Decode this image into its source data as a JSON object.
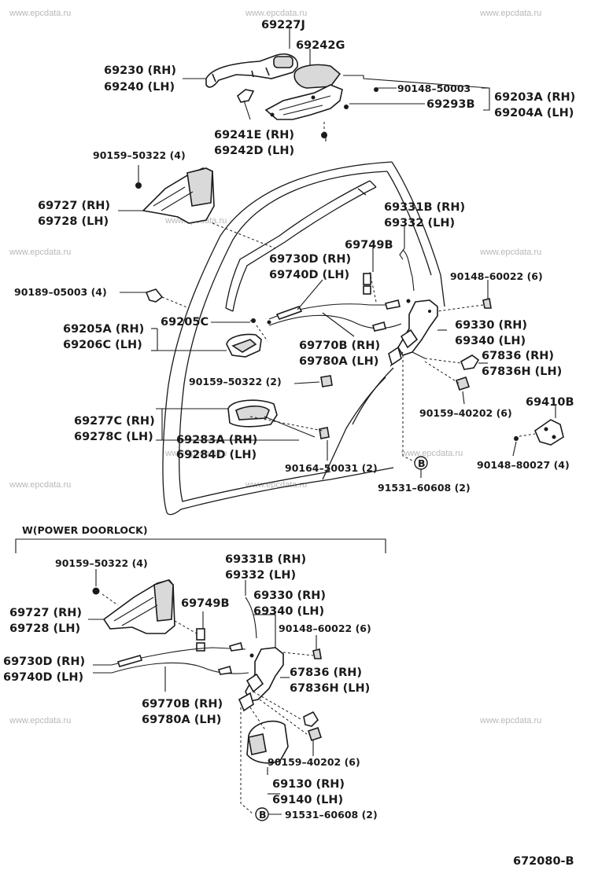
{
  "watermark": "www.epcdata.ru",
  "diagram_code": "672080-B",
  "section_header": "W(POWER DOORLOCK)",
  "circle_marker": "B",
  "upper": {
    "l_69227J": "69227J",
    "l_69242G": "69242G",
    "l_69230": "69230 (RH)",
    "l_69240": "69240 (LH)",
    "l_90148_50003": "90148–50003",
    "l_69293B": "69293B",
    "l_69203A": "69203A (RH)",
    "l_69204A": "69204A (LH)",
    "l_69241E": "69241E (RH)",
    "l_69242D": "69242D (LH)",
    "l_90159_50322_a": "90159–50322 (4)",
    "l_69727": "69727 (RH)",
    "l_69728": "69728 (LH)",
    "l_69331B": "69331B (RH)",
    "l_69332": "69332   (LH)",
    "l_69749B": "69749B",
    "l_69730D": "69730D (RH)",
    "l_69740D": "69740D (LH)",
    "l_90148_60022": "90148–60022 (6)",
    "l_90189_05003": "90189–05003 (4)",
    "l_69205C": "69205C",
    "l_69205A": "69205A (RH)",
    "l_69206C": "69206C (LH)",
    "l_69330": "69330 (RH)",
    "l_69340": "69340 (LH)",
    "l_69770B": "69770B (RH)",
    "l_69780A": "69780A (LH)",
    "l_67836": "67836   (RH)",
    "l_67836H": "67836H (LH)",
    "l_90159_50322_b": "90159–50322 (2)",
    "l_90159_40202": "90159–40202 (6)",
    "l_69410B": "69410B",
    "l_69277C": "69277C (RH)",
    "l_69278C": "69278C (LH)",
    "l_69283A": "69283A (RH)",
    "l_69284D": "69284D (LH)",
    "l_90148_80027": "90148–80027 (4)",
    "l_90164_50031": "90164–50031 (2)",
    "l_91531_60608": "91531–60608 (2)"
  },
  "lower": {
    "l_90159_50322": "90159–50322 (4)",
    "l_69331B": "69331B (RH)",
    "l_69332": "69332   (LH)",
    "l_69330": "69330 (RH)",
    "l_69340": "69340 (LH)",
    "l_69727": "69727 (RH)",
    "l_69728": "69728 (LH)",
    "l_69749B": "69749B",
    "l_90148_60022": "90148–60022 (6)",
    "l_69730D": "69730D (RH)",
    "l_69740D": "69740D (LH)",
    "l_67836": "67836   (RH)",
    "l_67836H": "67836H (LH)",
    "l_69770B": "69770B (RH)",
    "l_69780A": "69780A (LH)",
    "l_90159_40202": "90159–40202 (6)",
    "l_69130": "69130 (RH)",
    "l_69140": "69140 (LH)",
    "l_91531_60608": "91531–60608 (2)"
  }
}
